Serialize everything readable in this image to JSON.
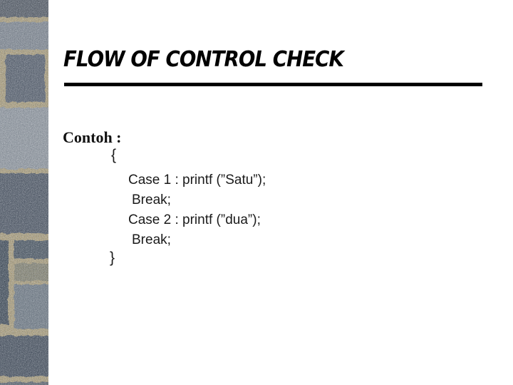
{
  "slide": {
    "title": "FLOW OF CONTROL CHECK",
    "body_label": "Contoh :",
    "code_lines": [
      {
        "text": "{"
      },
      {
        "text": "Case 1 : printf (”Satu”);"
      },
      {
        "text": "Break;"
      },
      {
        "text": "Case 2 : printf (”dua”);"
      },
      {
        "text": "Break;"
      },
      {
        "text": "}"
      }
    ]
  },
  "decor": {
    "left_texture": "stone-wall-photo-strip",
    "colors": {
      "background": "#ffffff",
      "title_text": "#000000",
      "body_text": "#1a1a1a",
      "underline": "#000000",
      "mortar_tan": "#b2a37b",
      "stone_dark": "#46505c",
      "stone_medium": "#717b86",
      "stone_light": "#959ca3",
      "stone_khaki": "#87856f"
    }
  }
}
